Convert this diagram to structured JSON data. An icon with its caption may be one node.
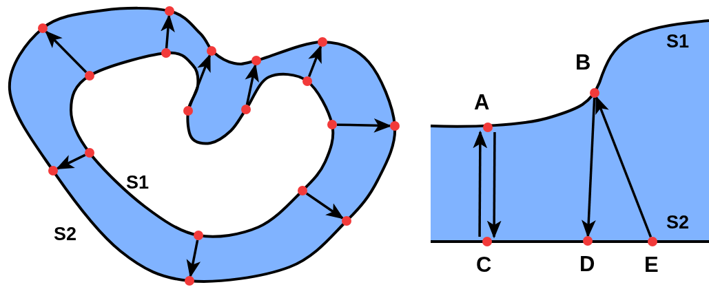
{
  "diagram": {
    "nodes": [
      {
        "text": [],
        "shape": "circle"
      },
      {
        "text": [],
        "shape": "circle"
      },
      {
        "text": [],
        "shape": "circle"
      },
      {
        "text": [],
        "shape": "circle"
      },
      {
        "text": [],
        "shape": "circle"
      },
      {
        "text": [],
        "shape": "circle"
      },
      {
        "text": [],
        "shape": "circle"
      },
      {
        "text": [],
        "shape": "circle"
      },
      {
        "text": [],
        "shape": "circle"
      },
      {
        "text": [],
        "shape": "circle"
      },
      {
        "text": [],
        "shape": "circle"
      },
      {
        "text": [],
        "shape": "circle"
      },
      {
        "text": [],
        "shape": "circle"
      },
      {
        "text": [],
        "shape": "circle"
      },
      {
        "text": [],
        "shape": "circle"
      },
      {
        "text": [],
        "shape": "circle"
      },
      {
        "text": [],
        "shape": "circle"
      },
      {
        "text": [],
        "shape": "circle"
      },
      {
        "text": [
          "A"
        ]
      },
      {
        "text": [
          "B"
        ]
      },
      {
        "text": [
          "C"
        ]
      },
      {
        "text": [
          "D"
        ]
      },
      {
        "text": [
          "E"
        ]
      }
    ],
    "edges": [
      {
        "from": 0,
        "to": 1,
        "arrow": "to"
      },
      {
        "from": 2,
        "to": 3,
        "arrow": "to"
      },
      {
        "from": 4,
        "to": 5,
        "arrow": "to"
      },
      {
        "from": 6,
        "to": 7,
        "arrow": "to"
      },
      {
        "from": 8,
        "to": 9,
        "arrow": "to"
      },
      {
        "from": 10,
        "to": 11,
        "arrow": "to"
      },
      {
        "from": 12,
        "to": 13,
        "arrow": "to"
      },
      {
        "from": 14,
        "to": 15,
        "arrow": "to"
      },
      {
        "from": 16,
        "to": 17,
        "arrow": "to"
      },
      {
        "from": 20,
        "to": 18,
        "arrow": "to"
      },
      {
        "from": 18,
        "to": 20,
        "arrow": "to"
      },
      {
        "from": 19,
        "to": 21,
        "arrow": "to"
      },
      {
        "from": 22,
        "to": 19,
        "arrow": "to"
      }
    ],
    "labels": [
      "S1",
      "S2",
      "S1",
      "S2"
    ]
  }
}
